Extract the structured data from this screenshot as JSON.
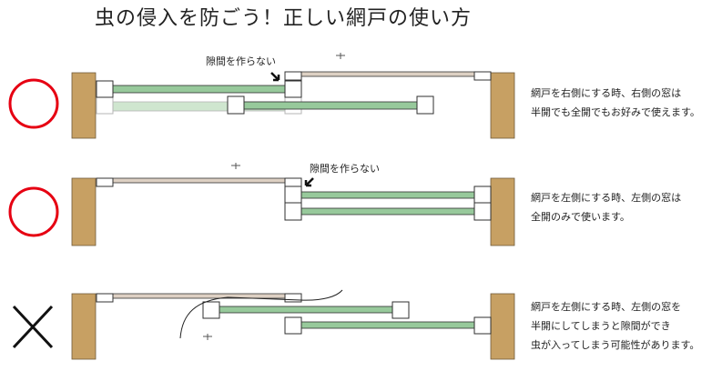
{
  "title": "虫の侵入を防ごう！正しい網戸の使い方",
  "colors": {
    "wall": "#c7a063",
    "screen_frame": "#2f2f2f",
    "screen_mesh": "#97c99b",
    "screen_mesh_faded": "#cfe6cf",
    "glass": "#ddd0c3",
    "good_mark": "#e60012",
    "bad_mark": "#111111"
  },
  "rows": [
    {
      "mark": "good",
      "mark_icon": "circle-icon",
      "callout": "隙間を作らない",
      "lines": [
        "網戸を右側にする時、右側の窓は",
        "半開でも全開でもお好みで使えます。"
      ]
    },
    {
      "mark": "good",
      "mark_icon": "circle-icon",
      "callout": "隙間を作らない",
      "lines": [
        "網戸を左側にする時、左側の窓は",
        "全開のみで使います。"
      ]
    },
    {
      "mark": "bad",
      "mark_icon": "cross-icon",
      "callout": "",
      "lines": [
        "網戸を左側にする時、左側の窓を",
        "半開にしてしまうと隙間ができ",
        "虫が入ってしまう可能性があります。"
      ]
    }
  ]
}
